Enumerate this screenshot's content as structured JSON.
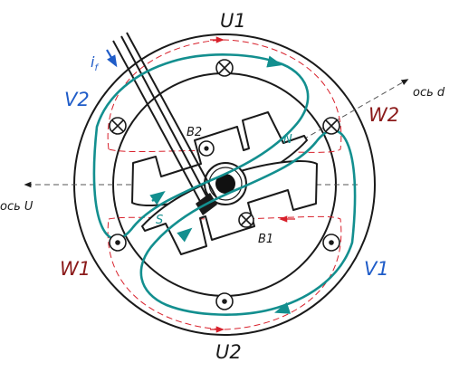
{
  "labels": {
    "u1": "U1",
    "u2": "U2",
    "v1": "V1",
    "v2": "V2",
    "w1": "W1",
    "w2": "W2",
    "b1": "B1",
    "b2": "B2",
    "n": "N",
    "s": "S",
    "axis_u": "ось U",
    "axis_d": "ось d",
    "i_f": "i",
    "i_f_sub": "f"
  },
  "colors": {
    "stroke": "#1a1a1a",
    "winding": "#138f8f",
    "flux": "#d8202b",
    "blue_label": "#1f5cc8",
    "red_label": "#8b1a1a",
    "axis": "#555555"
  }
}
